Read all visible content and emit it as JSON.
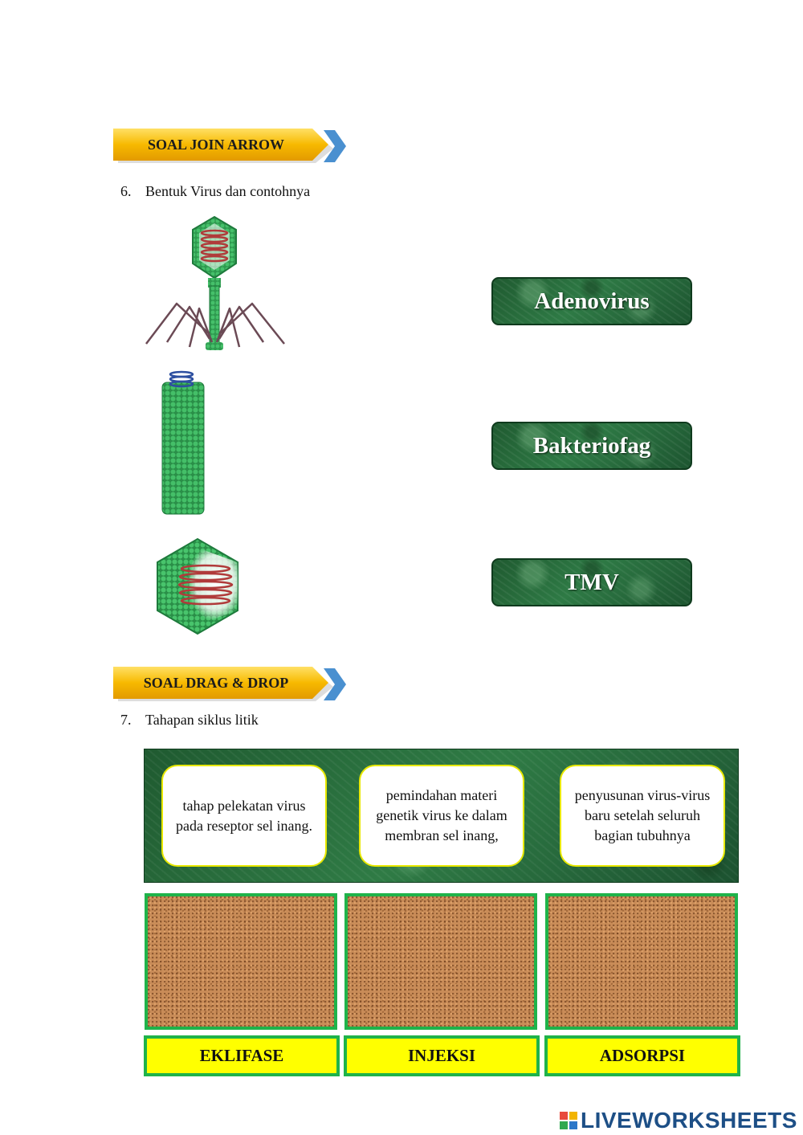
{
  "section1": {
    "banner": "SOAL JOIN ARROW"
  },
  "q6": {
    "number": "6.",
    "text": "Bentuk Virus dan contohnya"
  },
  "options": [
    "Adenovirus",
    "Bakteriofag",
    "TMV"
  ],
  "section2": {
    "banner": "SOAL DRAG & DROP"
  },
  "q7": {
    "number": "7.",
    "text": "Tahapan siklus litik"
  },
  "cards": [
    "tahap pelekatan virus pada reseptor sel inang.",
    "pemindahan materi genetik virus ke dalam membran sel inang,",
    "penyusunan virus-virus baru setelah seluruh bagian tubuhnya"
  ],
  "labels": [
    "EKLIFASE",
    "INJEKSI",
    "ADSORPSI"
  ],
  "logo": {
    "text": "LIVEWORKSHEETS"
  },
  "colors": {
    "banner": "#f7b900",
    "banner_arrow": "#4a90d0",
    "tile_green": "#2e7a45",
    "drop_border": "#1fb34a",
    "label_fill": "#ffff00",
    "logo": "#1d4f86"
  }
}
